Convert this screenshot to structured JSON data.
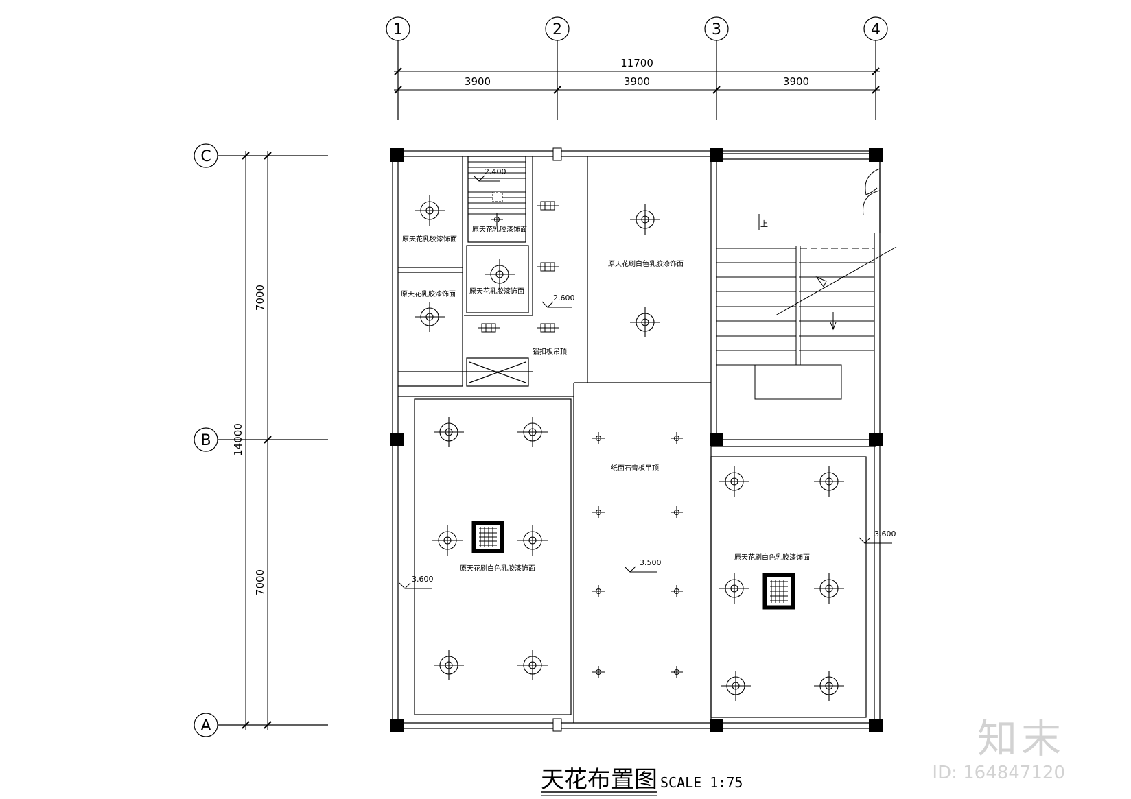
{
  "title": "天花布置图",
  "scale": "SCALE 1:75",
  "axes": {
    "vertical": [
      "1",
      "2",
      "3",
      "4"
    ],
    "horizontal": [
      "C",
      "B",
      "A"
    ]
  },
  "dimensions": {
    "top_total": "11700",
    "top_bays": [
      "3900",
      "3900",
      "3900"
    ],
    "left_total": "14000",
    "left_bays": [
      "7000",
      "7000"
    ]
  },
  "levels": {
    "stair_hall": "2.400",
    "corridor": "2.600",
    "left_hall": "3.600",
    "center_hall": "3.500",
    "right_room": "3.600"
  },
  "room_notes": {
    "top_left_1": "原天花乳胶漆饰面",
    "stair_small": "原天花乳胶漆饰面",
    "top_left_2": "原天花乳胶漆饰面",
    "toilet": "原天花乳胶漆饰面",
    "corridor": "铝扣板吊顶",
    "top_center": "原天花刷白色乳胶漆饰面",
    "center_hall": "纸面石膏板吊顶",
    "left_hall": "原天花刷白色乳胶漆饰面",
    "right_room": "原天花刷白色乳胶漆饰面"
  },
  "stair": {
    "up_label": "上"
  },
  "watermark": {
    "logo": "知末",
    "id": "ID: 164847120"
  }
}
